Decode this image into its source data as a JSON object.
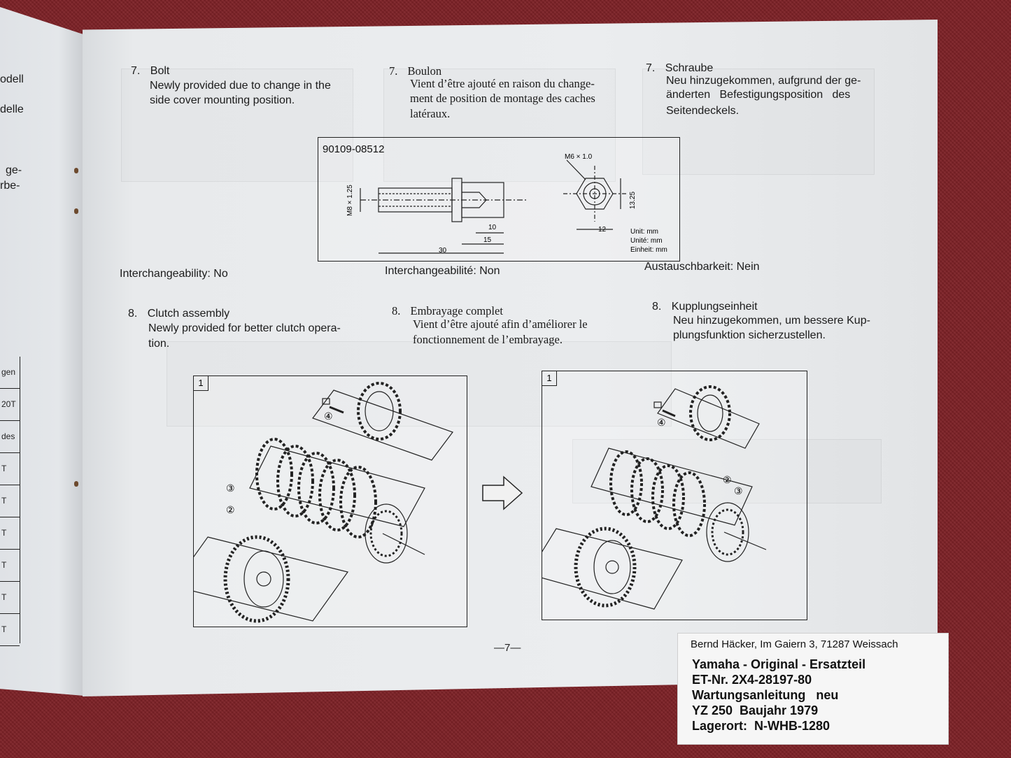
{
  "left_page": {
    "fragments": [
      "odell",
      "delle",
      "ge-",
      "rbe-"
    ],
    "table_cells": [
      "gen",
      "20T",
      "des",
      "T",
      "T",
      "T",
      "T",
      "T",
      "T"
    ]
  },
  "sections": {
    "en7": {
      "number": "7.",
      "title": "Bolt",
      "lines": [
        "Newly provided due to change in the",
        "side cover mounting position."
      ],
      "interchange": "Interchangeability: No"
    },
    "fr7": {
      "number": "7.",
      "title": "Boulon",
      "lines": [
        "Vient d’être ajouté en raison du change-",
        "ment de position de montage des caches",
        "latéraux."
      ],
      "interchange": "Interchangeabilité: Non"
    },
    "de7": {
      "number": "7.",
      "title": "Schraube",
      "lines": [
        "Neu hinzugekommen, aufgrund der ge-",
        "änderten   Befestigungsposition   des",
        "Seitendeckels."
      ],
      "interchange": "Austauschbarkeit: Nein"
    },
    "en8": {
      "number": "8.",
      "title": "Clutch assembly",
      "lines": [
        "Newly provided for better clutch opera-",
        "tion."
      ]
    },
    "fr8": {
      "number": "8.",
      "title": "Embrayage complet",
      "lines": [
        "Vient d’être ajouté afin d’améliorer le",
        "fonctionnement de l’embrayage."
      ]
    },
    "de8": {
      "number": "8.",
      "title": "Kupplungseinheit",
      "lines": [
        "Neu hinzugekommen, um bessere Kup-",
        "plungsfunktion sicherzustellen."
      ]
    }
  },
  "bolt_diagram": {
    "part_number": "90109-08512",
    "dims": {
      "thread_left": "M8 × 1.25",
      "thread_right": "M6 × 1.0",
      "d10": "10",
      "d15": "15",
      "d30": "30",
      "d12": "12",
      "d13": "13.25"
    },
    "units": [
      "Unit: mm",
      "Unité: mm",
      "Einheit: mm"
    ]
  },
  "clutch": {
    "left_tag": "1",
    "right_tag": "1",
    "callouts": {
      "c2": "②",
      "c3": "③",
      "c4": "④"
    }
  },
  "page_number": "—7—",
  "sticker": {
    "address": "Bernd Häcker,  Im Gaiern 3,  71287 Weissach",
    "lines": [
      "Yamaha - Original - Ersatzteil",
      "ET-Nr.  2X4-28197-80",
      "Wartungsanleitung   neu",
      "YZ 250  Baujahr 1979",
      "Lagerort:  N-WHB-1280"
    ]
  }
}
